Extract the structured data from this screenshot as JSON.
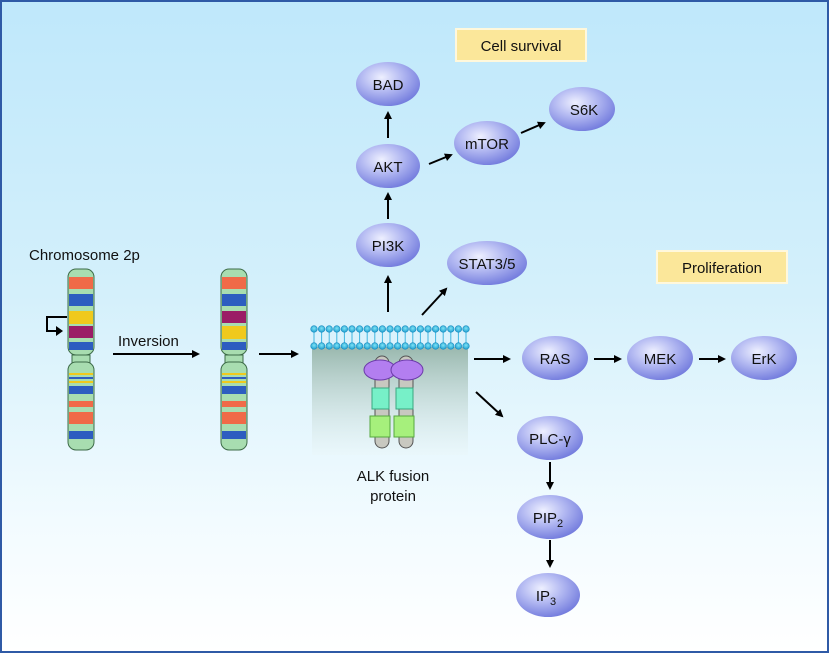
{
  "diagram": {
    "chromosome_label": "Chromosome 2p",
    "inversion_label": "Inversion",
    "protein_label_line1": "ALK fusion",
    "protein_label_line2": "protein",
    "boxes": {
      "cell_survival": "Cell survival",
      "proliferation": "Proliferation"
    },
    "nodes": {
      "bad": "BAD",
      "akt": "AKT",
      "mtor": "mTOR",
      "s6k": "S6K",
      "pi3k": "PI3K",
      "stat": "STAT3/5",
      "ras": "RAS",
      "mek": "MEK",
      "erk": "ErK",
      "plc": "PLC-γ",
      "pip2_base": "PIP",
      "pip2_sub": "2",
      "ip3_base": "IP",
      "ip3_sub": "3"
    },
    "colors": {
      "border": "#2f5aa6",
      "node_fill": "#8f97e6",
      "box_fill": "#fbe79a",
      "chrom_green": "#a8ddb0",
      "chrom_red": "#f06a48",
      "chrom_blue": "#2d5dc0",
      "chrom_yellow": "#f0c91c",
      "chrom_magenta": "#9b1c66"
    }
  }
}
